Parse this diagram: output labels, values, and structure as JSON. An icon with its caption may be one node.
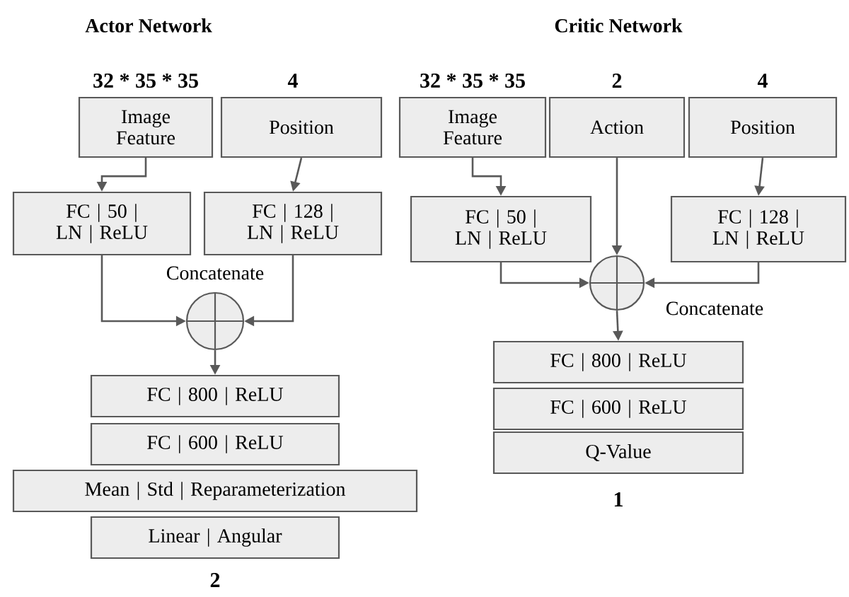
{
  "diagram": {
    "nodes": [
      {
        "text": [
          "Image Feature"
        ],
        "beside": [
          "32 * 35 * 35"
        ]
      },
      {
        "text": [
          "Position"
        ],
        "beside": [
          "4"
        ]
      },
      {
        "text": [
          "FC | 50 | LN | ReLU"
        ]
      },
      {
        "text": [
          "FC | 128 | LN | ReLU"
        ]
      },
      {
        "text": [],
        "shape": "circle",
        "beside": [
          "Concatenate"
        ]
      },
      {
        "text": [
          "FC | 800 | ReLU"
        ]
      },
      {
        "text": [
          "FC | 600 | ReLU"
        ]
      },
      {
        "text": [
          "Mean | Std | Reparameterization"
        ]
      },
      {
        "text": [
          "Linear | Angular"
        ],
        "beside": [
          "2"
        ]
      },
      {
        "text": [
          "Image Feature"
        ],
        "beside": [
          "32 * 35 * 35"
        ]
      },
      {
        "text": [
          "Action"
        ],
        "beside": [
          "2"
        ]
      },
      {
        "text": [
          "Position"
        ],
        "beside": [
          "4"
        ]
      },
      {
        "text": [
          "FC | 50 | LN | ReLU"
        ]
      },
      {
        "text": [
          "FC | 128 | LN | ReLU"
        ]
      },
      {
        "text": [],
        "shape": "circle",
        "beside": [
          "Concatenate"
        ]
      },
      {
        "text": [
          "FC | 800 | ReLU"
        ]
      },
      {
        "text": [
          "FC | 600 | ReLU"
        ]
      },
      {
        "text": [
          "Q-Value"
        ],
        "beside": [
          "1"
        ]
      }
    ],
    "edges": [
      {
        "from": 0,
        "to": 2,
        "arrow": "to"
      },
      {
        "from": 1,
        "to": 3,
        "arrow": "to"
      },
      {
        "from": 2,
        "to": 4,
        "arrow": "to"
      },
      {
        "from": 3,
        "to": 4,
        "arrow": "to"
      },
      {
        "from": 4,
        "to": 5,
        "arrow": "to"
      },
      {
        "from": 9,
        "to": 12,
        "arrow": "to"
      },
      {
        "from": 11,
        "to": 13,
        "arrow": "to"
      },
      {
        "from": 10,
        "to": 14,
        "arrow": "to"
      },
      {
        "from": 12,
        "to": 14,
        "arrow": "to"
      },
      {
        "from": 13,
        "to": 14,
        "arrow": "to"
      },
      {
        "from": 14,
        "to": 15,
        "arrow": "to"
      }
    ],
    "labels": [
      "Actor Network",
      "Critic Network"
    ]
  }
}
